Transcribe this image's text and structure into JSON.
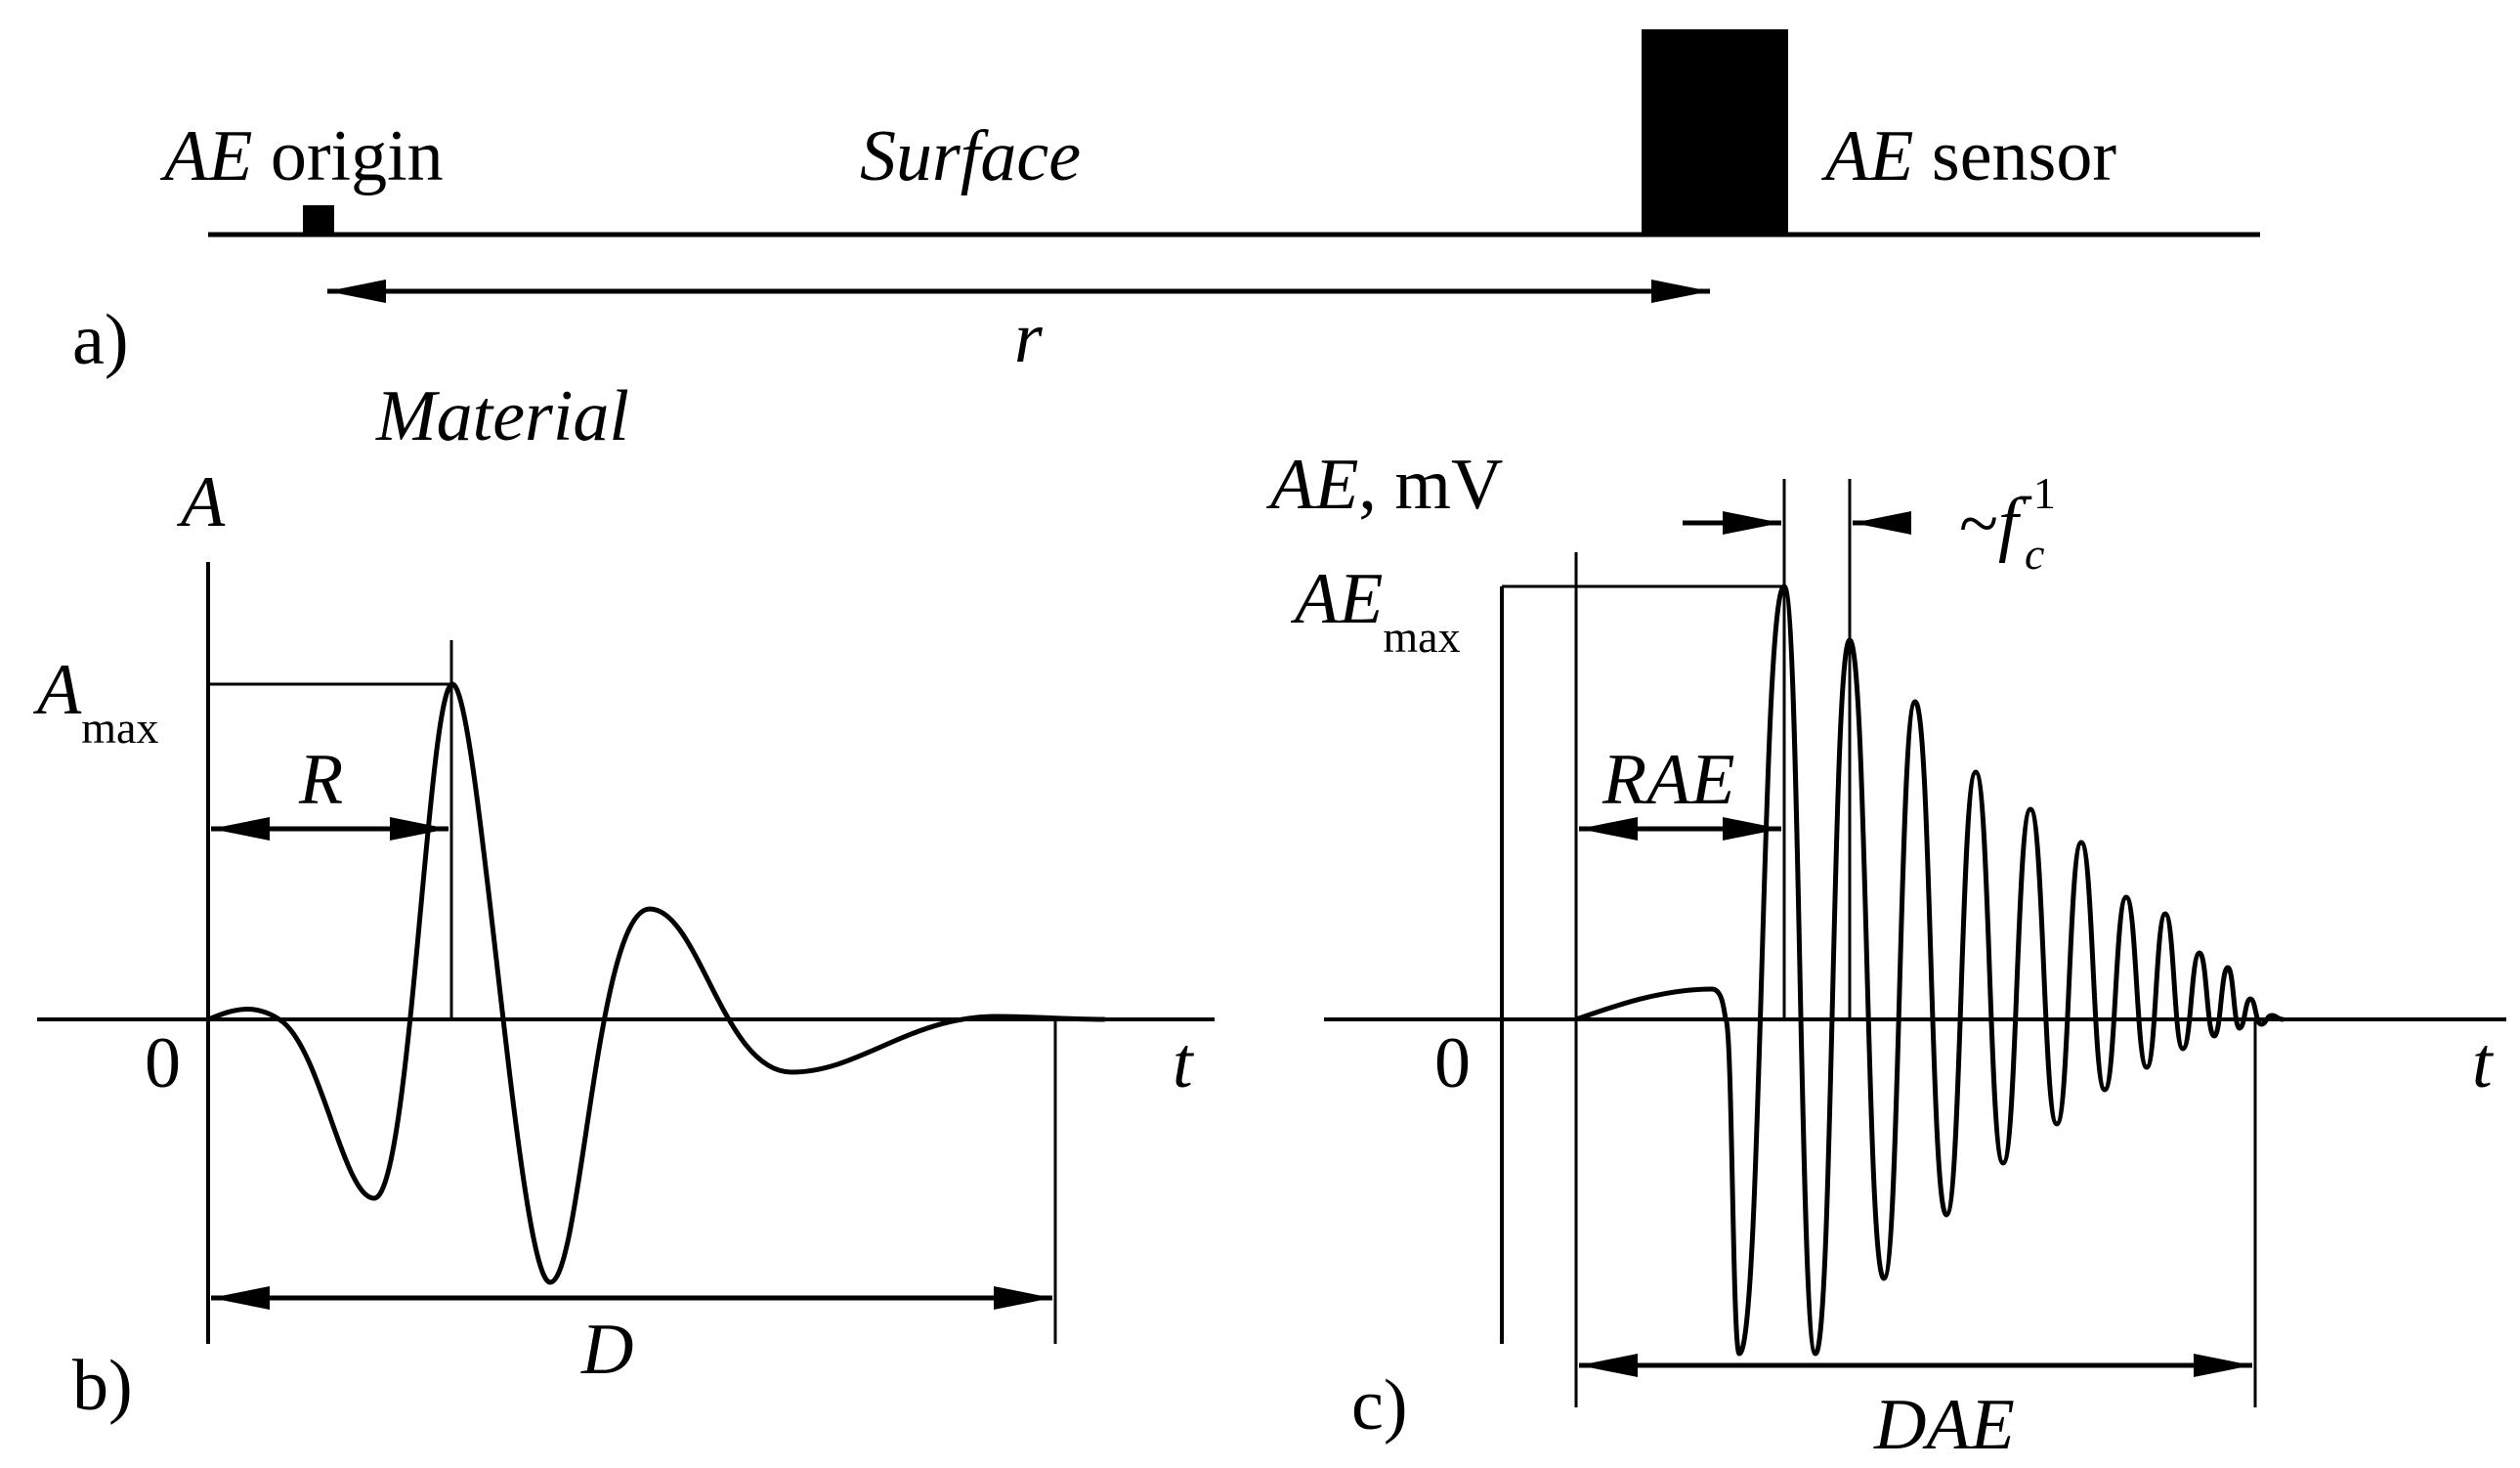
{
  "colors": {
    "ink": "#000000",
    "background": "#ffffff"
  },
  "panel_a": {
    "letter": "a)",
    "origin_italic": "AE",
    "origin_text": " origin",
    "surface": "Surface",
    "sensor_italic": "AE",
    "sensor_text": " sensor",
    "distance": "r",
    "material": "Material"
  },
  "panel_b": {
    "letter": "b)",
    "y_axis": "A",
    "amax_main": "A",
    "amax_sub": "max",
    "rise_time": "R",
    "duration": "D",
    "zero": "0",
    "t_axis": "t"
  },
  "panel_c": {
    "letter": "c)",
    "y_axis_italic": "AE",
    "y_axis_unit": ", mV",
    "aemax_main": "AE",
    "aemax_sub": "max",
    "period_tilde": "~",
    "period_f": "f",
    "period_sub": "c",
    "period_sup": "-1",
    "rise_time": "RAE",
    "duration": "DAE",
    "zero": "0",
    "t_axis": "t"
  }
}
